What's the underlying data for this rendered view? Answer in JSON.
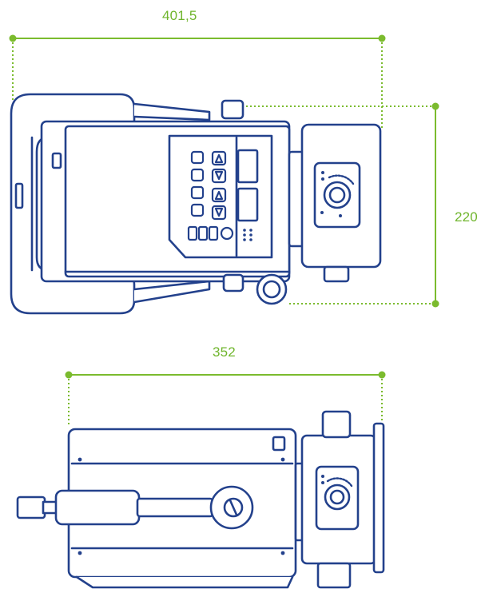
{
  "dimensions": {
    "top_width": "401,5",
    "top_height": "220",
    "side_width": "352"
  },
  "colors": {
    "line": "#23418c",
    "dimension": "#7bbb2e",
    "fill": "#ffffff"
  }
}
